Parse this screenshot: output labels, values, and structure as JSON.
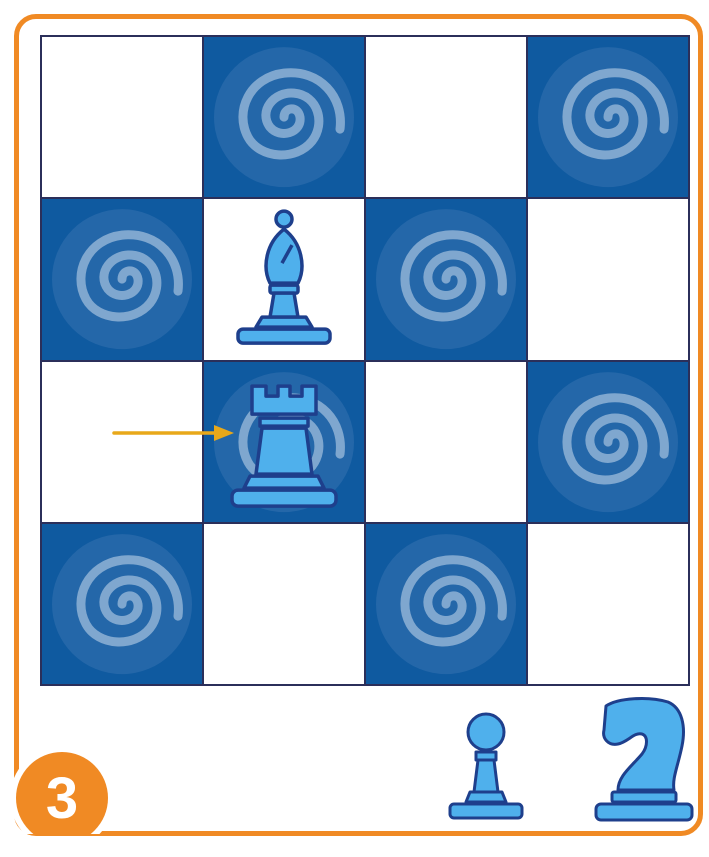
{
  "puzzle": {
    "number": "3",
    "colors": {
      "frame": "#f08a24",
      "dark_square": "#0f5aa0",
      "light_square": "#ffffff",
      "piece_fill": "#4fb0ec",
      "piece_outline": "#1e3f8c",
      "arrow": "#e8a81a"
    },
    "board": {
      "rows": 4,
      "cols": 4,
      "squares": [
        [
          "light",
          "dark",
          "light",
          "dark"
        ],
        [
          "dark",
          "light",
          "dark",
          "light"
        ],
        [
          "light",
          "dark",
          "light",
          "dark"
        ],
        [
          "dark",
          "light",
          "dark",
          "light"
        ]
      ],
      "dark_square_icon": "swirl-icon"
    },
    "pieces_on_board": [
      {
        "piece": "bishop",
        "row": 2,
        "col": 2
      },
      {
        "piece": "rook",
        "row": 3,
        "col": 2
      }
    ],
    "arrow": {
      "points_to": "rook",
      "icon": "arrow-right-icon"
    },
    "pieces_below_board": [
      "pawn",
      "knight"
    ]
  }
}
